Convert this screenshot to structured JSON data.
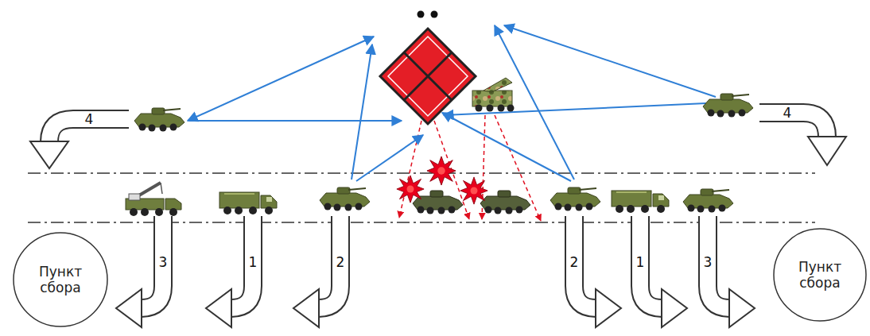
{
  "diagram": {
    "nodes": [
      {
        "text": [
          "Пункт сбора"
        ]
      },
      {
        "text": [
          "Пункт сбора"
        ]
      }
    ],
    "labels": [
      "4",
      "4",
      "3",
      "1",
      "2",
      "2",
      "1",
      "3"
    ]
  }
}
